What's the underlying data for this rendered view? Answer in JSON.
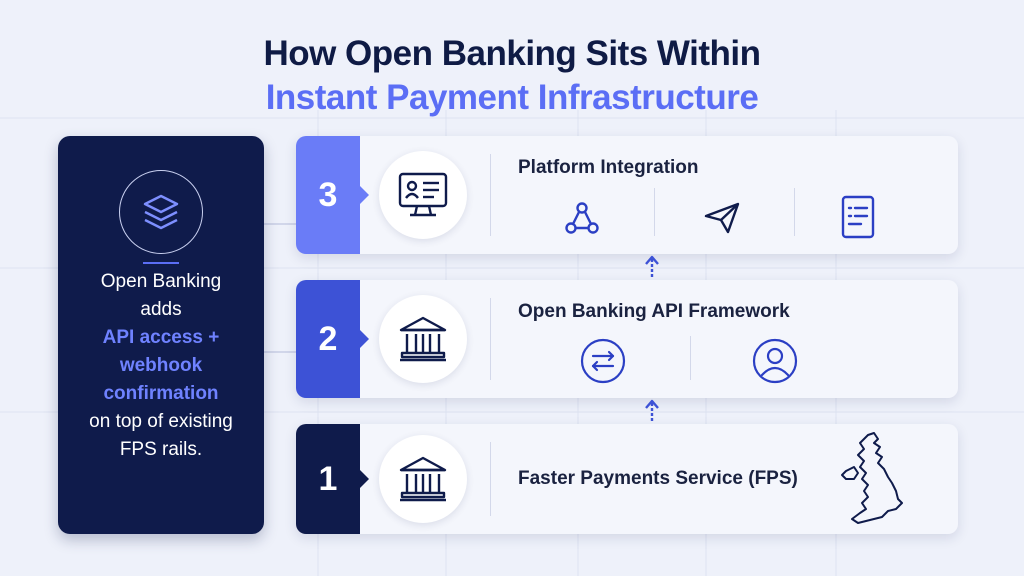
{
  "title": {
    "line1": "How Open Banking Sits Within",
    "line2": "Instant Payment Infrastructure"
  },
  "sidebar": {
    "line1": "Open Banking",
    "line2": "adds",
    "highlight1": "API access +",
    "highlight2": "webhook",
    "highlight3": "confirmation",
    "line6": "on top of existing",
    "line7": "FPS rails.",
    "icon": "layers-icon"
  },
  "layers": [
    {
      "number": "1",
      "title": "Faster Payments Service (FPS)",
      "main_icon": "bank-icon",
      "icons": [
        "uk-map-icon"
      ]
    },
    {
      "number": "2",
      "title": "Open Banking API Framework",
      "main_icon": "bank-icon",
      "icons": [
        "exchange-arrows-icon",
        "user-icon"
      ]
    },
    {
      "number": "3",
      "title": "Platform Integration",
      "main_icon": "monitor-profile-icon",
      "icons": [
        "webhook-icon",
        "paper-plane-icon",
        "document-icon"
      ]
    }
  ],
  "colors": {
    "navy": "#0f1b4b",
    "accent": "#5b6ef5",
    "layer3": "#6a7cf7",
    "layer2": "#3d52d6",
    "layer1": "#0f1b4b"
  }
}
